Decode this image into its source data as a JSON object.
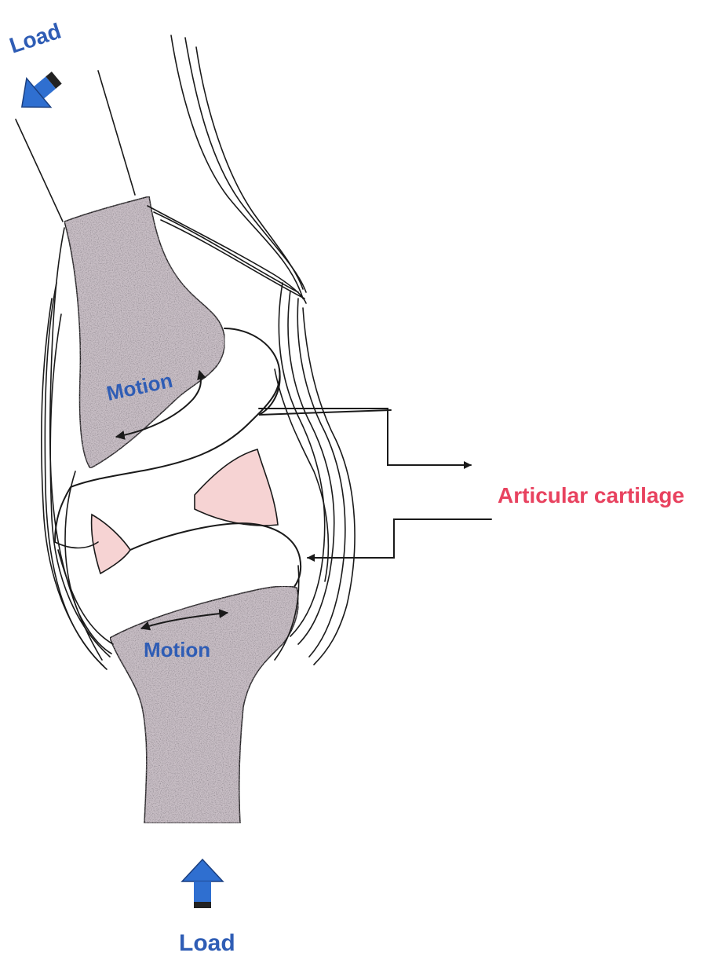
{
  "labels": {
    "load_top": "Load",
    "load_bottom": "Load",
    "motion_upper": "Motion",
    "motion_lower": "Motion",
    "articular_cartilage": "Articular cartilage"
  },
  "colors": {
    "label_blue": "#2f5db5",
    "label_red": "#e8425f",
    "bone_fill": "#c9bfc6",
    "cartilage_pink": "#f6d3d3",
    "arrow_blue": "#2f6fd0"
  },
  "icons": {
    "load_arrow_top": "arrow-down-right-icon",
    "load_arrow_bottom": "arrow-up-icon"
  }
}
